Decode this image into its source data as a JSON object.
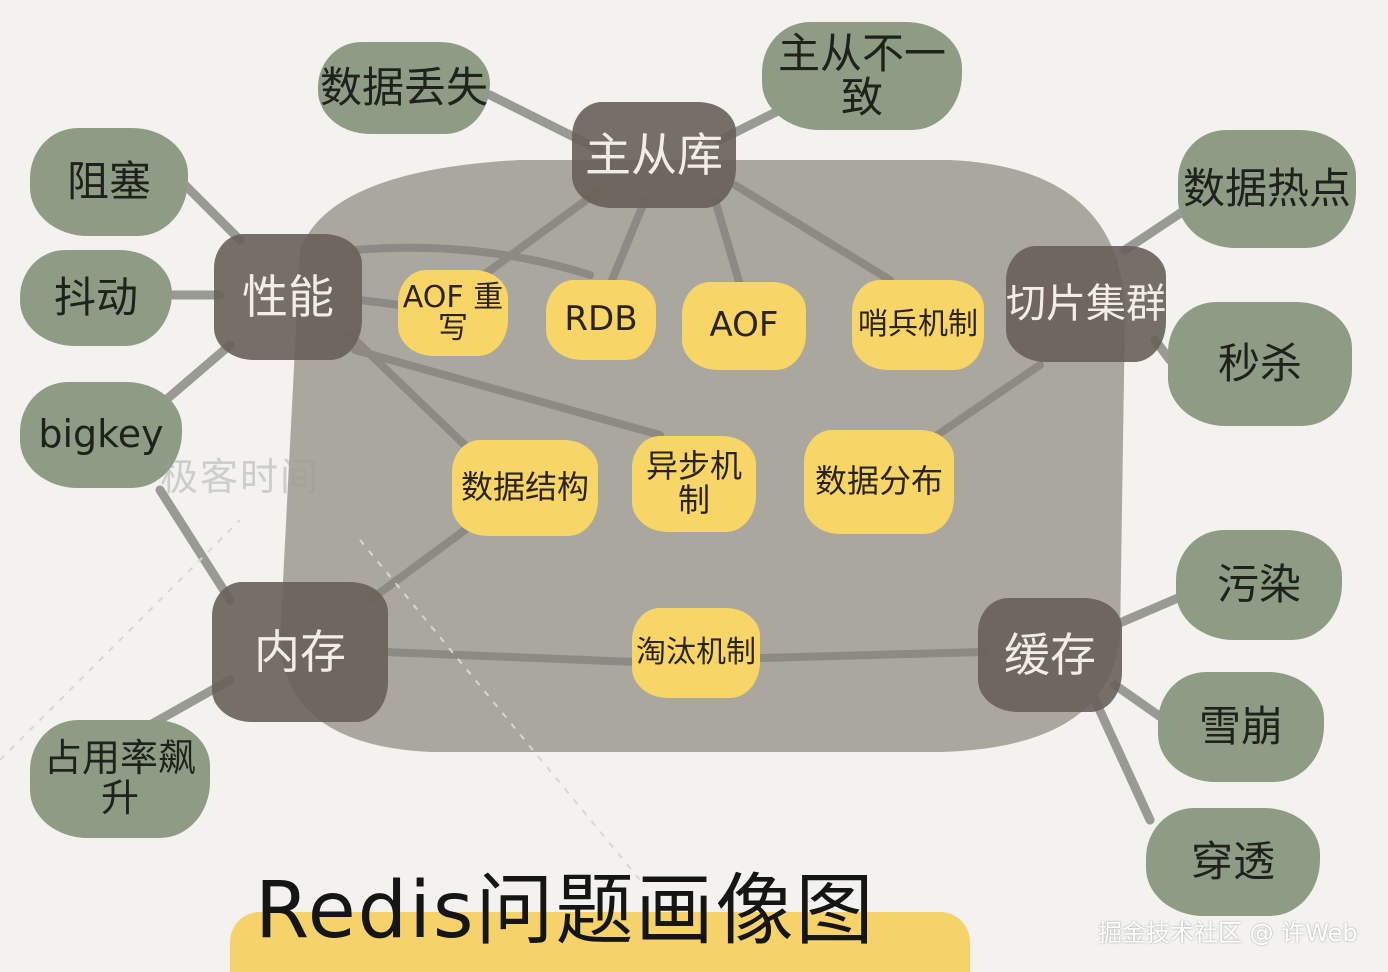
{
  "title": "Redis问题画像图",
  "watermark": "极客时间",
  "credit": "掘金技术社区 @ 许Web",
  "colors": {
    "background": "#f3f2ee",
    "panel": "#aaa79f",
    "green_node": "#8f9c85",
    "dark_node": "#686058",
    "yellow_node": "#f8d567",
    "line": "#9a9a94"
  },
  "categories": {
    "master_slave": "主从库",
    "performance": "性能",
    "sharding": "切片集群",
    "memory": "内存",
    "cache": "缓存"
  },
  "mechanisms": {
    "aof_rewrite": "AOF 重写",
    "rdb": "RDB",
    "aof": "AOF",
    "sentinel": "哨兵机制",
    "data_structure": "数据结构",
    "async": "异步机制",
    "data_distribution": "数据分布",
    "eviction": "淘汰机制"
  },
  "problems": {
    "data_loss": "数据丢失",
    "inconsistency": "主从不一致",
    "blocking": "阻塞",
    "jitter": "抖动",
    "bigkey": "bigkey",
    "hotspot": "数据热点",
    "seckill": "秒杀",
    "memory_spike": "占用率飙升",
    "pollution": "污染",
    "avalanche": "雪崩",
    "penetration": "穿透"
  }
}
